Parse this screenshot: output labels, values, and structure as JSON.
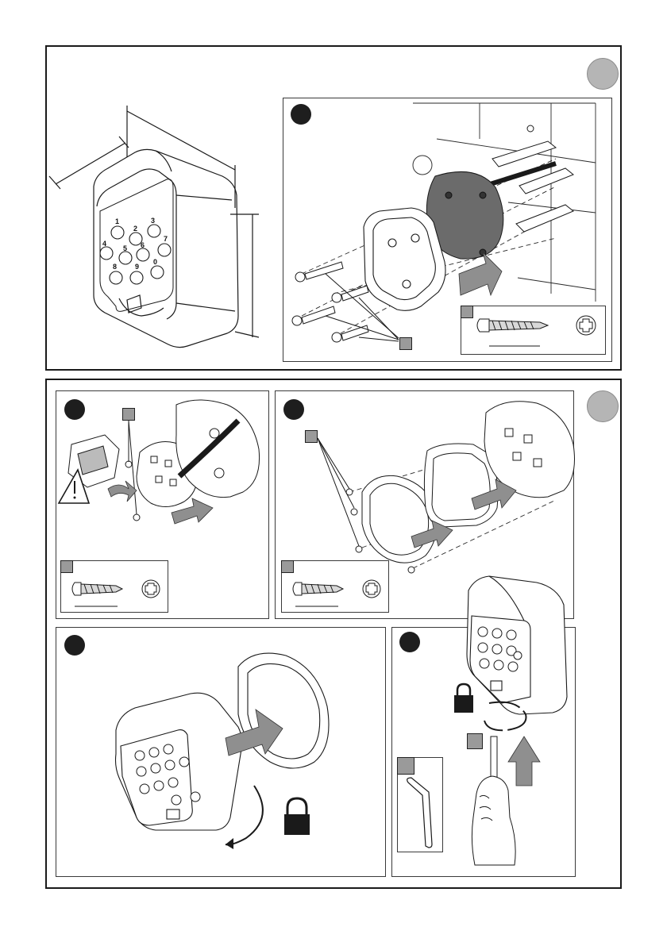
{
  "keypad": {
    "row1": [
      "1",
      "2",
      "3"
    ],
    "row2": [
      "4",
      "5",
      "6",
      "7"
    ],
    "row3": [
      "8",
      "9",
      "0"
    ],
    "side_key_left": "7",
    "side_key_right": "7"
  },
  "colors": {
    "ink": "#1a1a1a",
    "arrow_fill": "#8f8f8f",
    "plate_fill": "#6b6b6b",
    "badge_fill": "#b5b5b5",
    "tag_fill": "#9a9a9a"
  },
  "icons": {
    "warning": "warning-triangle-icon",
    "lock": "padlock-closed-icon",
    "rotate": "rotate-arrow-icon",
    "screw": "self-tapping-screw-icon",
    "allen_key": "hex-key-icon"
  }
}
